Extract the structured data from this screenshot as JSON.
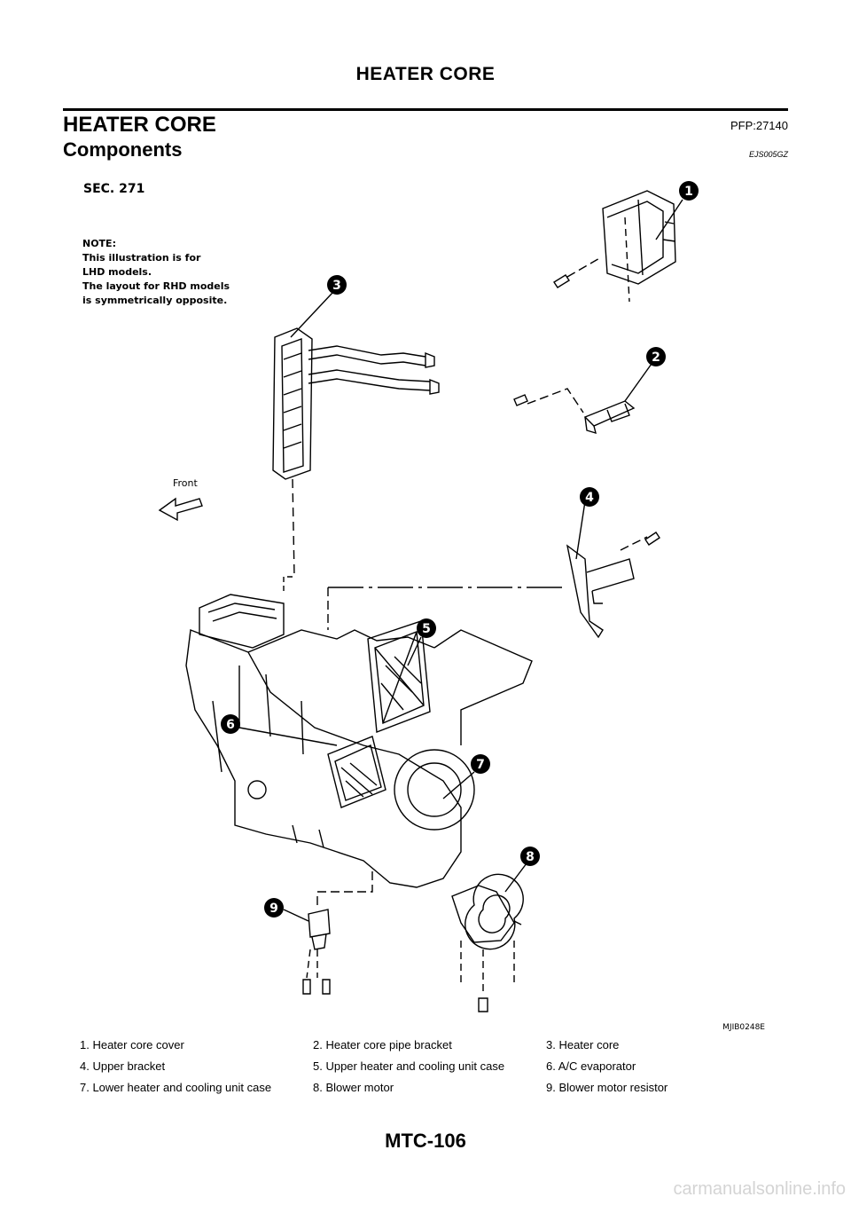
{
  "header": {
    "running_title": "HEATER CORE"
  },
  "section": {
    "title": "HEATER CORE",
    "code": "PFP:27140"
  },
  "subsection": {
    "title": "Components",
    "code": "EJS005GZ"
  },
  "figure": {
    "sec_label": "SEC. 271",
    "note_lines": [
      "NOTE:",
      "This illustration is for",
      "LHD  models.",
      "The layout for RHD models",
      "is symmetrically opposite."
    ],
    "front_label": "Front",
    "figure_id": "MJIB0248E",
    "callouts": [
      "1",
      "2",
      "3",
      "4",
      "5",
      "6",
      "7",
      "8",
      "9"
    ]
  },
  "legend": [
    [
      "1.   Heater core cover",
      "2.   Heater core pipe bracket",
      "3.   Heater core"
    ],
    [
      "4.   Upper bracket",
      "5.   Upper heater and cooling unit case",
      "6.   A/C evaporator"
    ],
    [
      "7.   Lower heater and cooling unit case",
      "8.   Blower motor",
      "9.   Blower motor resistor"
    ]
  ],
  "footer": {
    "page_number": "MTC-106",
    "watermark": "carmanualsonline.info"
  }
}
